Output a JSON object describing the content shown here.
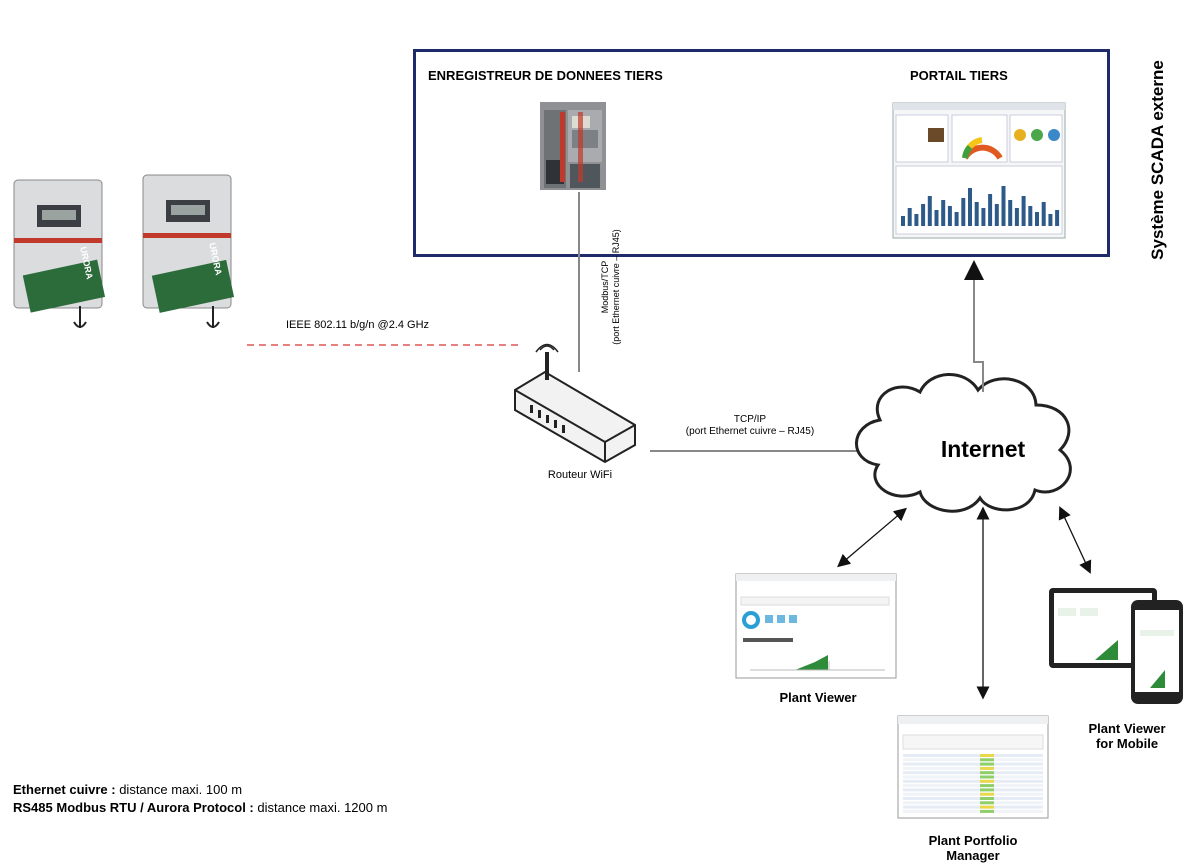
{
  "scada": {
    "title": "Système SCADA externe",
    "datalogger_title": "ENREGISTREUR DE DONNEES TIERS",
    "portal_title": "PORTAIL TIERS"
  },
  "links": {
    "wifi": "IEEE 802.11 b/g/n @2.4 GHz",
    "modbus_line1": "Modbus/TCP",
    "modbus_line2": "(port Ethernet cuivre – RJ45)",
    "tcpip_line1": "TCP/IP",
    "tcpip_line2": "(port Ethernet cuivre – RJ45)"
  },
  "nodes": {
    "router": "Routeur WiFi",
    "internet": "Internet",
    "plant_viewer": "Plant Viewer",
    "plant_viewer_mobile_line1": "Plant Viewer",
    "plant_viewer_mobile_line2": "for Mobile",
    "plant_portfolio_line1": "Plant Portfolio",
    "plant_portfolio_line2": "Manager"
  },
  "inverter_brand": "URORA",
  "legend": {
    "line1_bold": "Ethernet cuivre :",
    "line1_text": " distance maxi. 100 m",
    "line2_bold": "RS485 Modbus RTU / Aurora Protocol :",
    "line2_text": " distance maxi. 1200 m"
  },
  "colors": {
    "frame": "#1f2a6b",
    "wifi_line": "#e88080",
    "chart_bars": "#2e5a8a",
    "green": "#2e8b3a",
    "inverter_stripe": "#c0392b"
  }
}
